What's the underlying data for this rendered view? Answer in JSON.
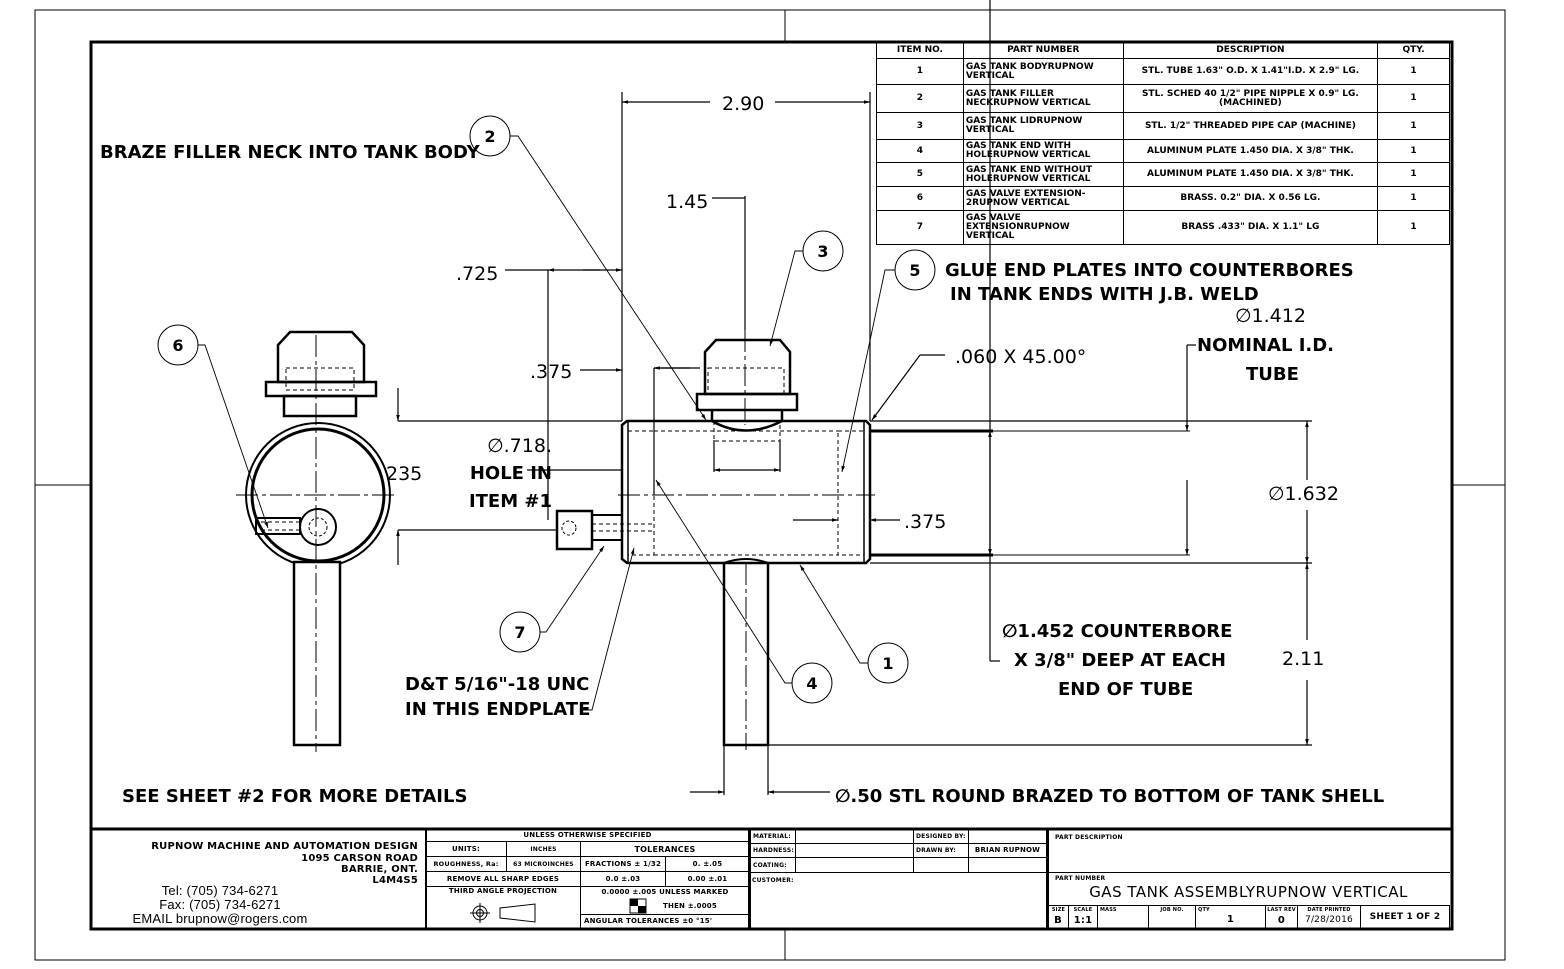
{
  "bom": {
    "headers": [
      "ITEM NO.",
      "PART NUMBER",
      "DESCRIPTION",
      "QTY."
    ],
    "rows": [
      {
        "item": "1",
        "part": "GAS TANK BODYRUPNOW VERTICAL",
        "desc": "STL. TUBE  1.63\" O.D. X 1.41\"I.D. X 2.9\" LG.",
        "qty": "1"
      },
      {
        "item": "2",
        "part": "GAS TANK FILLER NECKRUPNOW VERTICAL",
        "desc": "STL. SCHED 40 1/2\" PIPE NIPPLE X 0.9\" LG. (MACHINED)",
        "qty": "1"
      },
      {
        "item": "3",
        "part": "GAS TANK LIDRUPNOW VERTICAL",
        "desc": "STL. 1/2\" THREADED PIPE CAP  (MACHINE)",
        "qty": "1"
      },
      {
        "item": "4",
        "part": "GAS TANK END WITH HOLERUPNOW VERTICAL",
        "desc": "ALUMINUM PLATE 1.450 DIA. X 3/8\" THK.",
        "qty": "1"
      },
      {
        "item": "5",
        "part": "GAS TANK END WITHOUT HOLERUPNOW VERTICAL",
        "desc": "ALUMINUM PLATE 1.450 DIA. X 3/8\" THK.",
        "qty": "1"
      },
      {
        "item": "6",
        "part": "GAS VALVE EXTENSION-2RUPNOW VERTICAL",
        "desc": "BRASS. 0.2\" DIA. X 0.56 LG.",
        "qty": "1"
      },
      {
        "item": "7",
        "part": "GAS VALVE EXTENSIONRUPNOW VERTICAL",
        "desc": "BRASS .433\" DIA. X 1.1\" LG",
        "qty": "1"
      }
    ]
  },
  "notes": {
    "braze": "BRAZE FILLER NECK INTO TANK BODY",
    "glue1": "GLUE END PLATES INTO COUNTERBORES",
    "glue2": "IN TANK ENDS WITH J.B. WELD",
    "hole1": "∅.718.",
    "hole2": "HOLE IN",
    "hole3": "ITEM #1",
    "dt1": "D&T 5/16\"-18 UNC",
    "dt2": "IN THIS ENDPLATE",
    "see_sheet": "SEE SHEET #2 FOR MORE DETAILS",
    "rod": "∅.50 STL ROUND BRAZED TO BOTTOM OF TANK SHELL",
    "cb1": "∅1.452 COUNTERBORE",
    "cb2": "X 3/8\" DEEP AT EACH",
    "cb3": "END OF TUBE",
    "nom1": "∅1.412",
    "nom2": "NOMINAL I.D.",
    "nom3": "TUBE",
    "chamfer": ".060 X 45.00°"
  },
  "dims": {
    "d290": "2.90",
    "d145": "1.45",
    "d725": ".725",
    "d375a": ".375",
    "d375b": ".375",
    "d235": "235",
    "d1632": "∅1.632",
    "d211": "2.11"
  },
  "balloons": [
    "1",
    "2",
    "3",
    "4",
    "5",
    "6",
    "7"
  ],
  "title_block": {
    "company": "RUPNOW MACHINE AND AUTOMATION DESIGN",
    "address1": "1095 CARSON ROAD",
    "address2": "BARRIE, ONT.",
    "postal": "L4M4S5",
    "tel": "Tel: (705) 734-6271",
    "fax": "Fax: (705) 734-6271",
    "email": "EMAIL brupnow@rogers.com",
    "unless": "UNLESS OTHERWISE SPECIFIED",
    "units_label": "UNITS:",
    "units_value": "INCHES",
    "tolerances": "TOLERANCES",
    "roughness_label": "ROUGHNESS, Ra:",
    "roughness_value": "63 MICROINCHES",
    "fractions": "FRACTIONS ± 1/32",
    "tol_0": "0.   ±.05",
    "tol_00": "0.0   ±.03",
    "tol_000": "0.00   ±.01",
    "sharp_edges": "REMOVE ALL SHARP EDGES",
    "projection": "THIRD ANGLE PROJECTION",
    "tol_0000": "0.0000   ±.005 UNLESS MARKED",
    "then": "THEN  ±.0005",
    "angular": "ANGULAR TOLERANCES    ±0 °15'",
    "material_label": "MATERIAL:",
    "hardness_label": "HARDNESS:",
    "coating_label": "COATING:",
    "designed_by_label": "DESIGNED BY:",
    "drawn_by_label": "DRAWN BY:",
    "drawn_by": "BRIAN RUPNOW",
    "customer_label": "CUSTOMER:",
    "part_desc_label": "PART DESCRIPTION",
    "part_number_label": "PART NUMBER",
    "part_number": "GAS TANK ASSEMBLYRUPNOW VERTICAL",
    "size_label": "SIZE",
    "size": "B",
    "scale_label": "SCALE",
    "scale": "1:1",
    "mass_label": "MASS",
    "job_label": "JOB NO.",
    "qty_label": "QTY",
    "qty": "1",
    "rev_label": "LAST REV",
    "rev": "0",
    "date_label": "DATE PRINTED",
    "date": "7/28/2016",
    "sheet": "SHEET 1 OF 2"
  }
}
